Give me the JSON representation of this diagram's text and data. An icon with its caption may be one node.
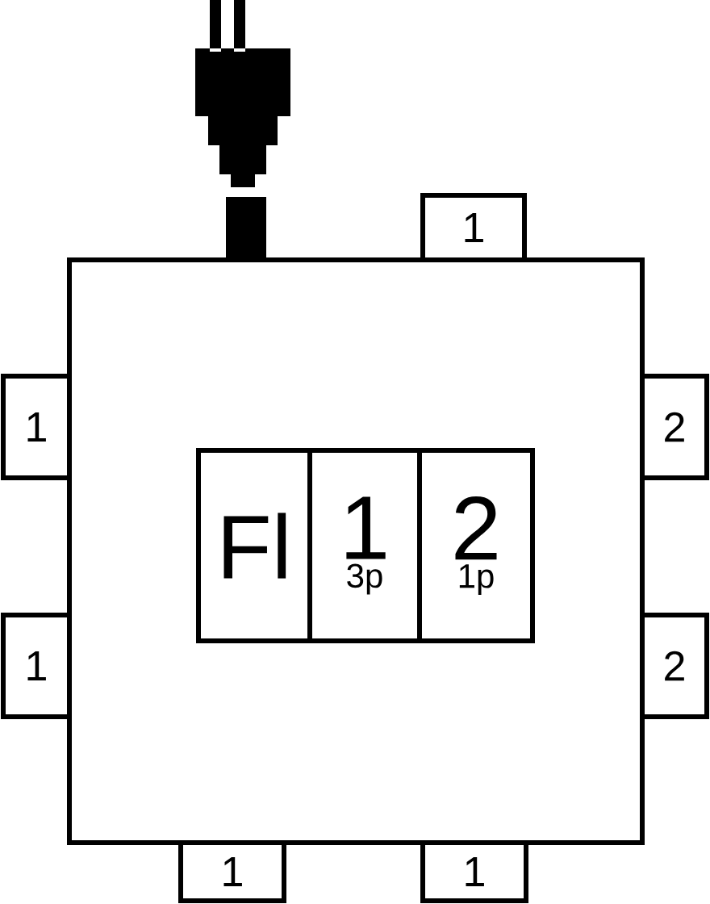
{
  "diagram": {
    "nodes": [
      {
        "text": [],
        "shape": "box"
      },
      {
        "text": [
          "1"
        ]
      },
      {
        "text": [
          "1"
        ]
      },
      {
        "text": [
          "2"
        ]
      },
      {
        "text": [
          "1"
        ]
      },
      {
        "text": [
          "2"
        ]
      },
      {
        "text": [
          "1"
        ]
      },
      {
        "text": [
          "1"
        ]
      },
      {
        "text": [
          "Fl"
        ],
        "in": 0
      },
      {
        "text": [
          "1",
          "3p"
        ],
        "in": 0
      },
      {
        "text": [
          "2",
          "1p"
        ],
        "in": 0
      }
    ]
  }
}
